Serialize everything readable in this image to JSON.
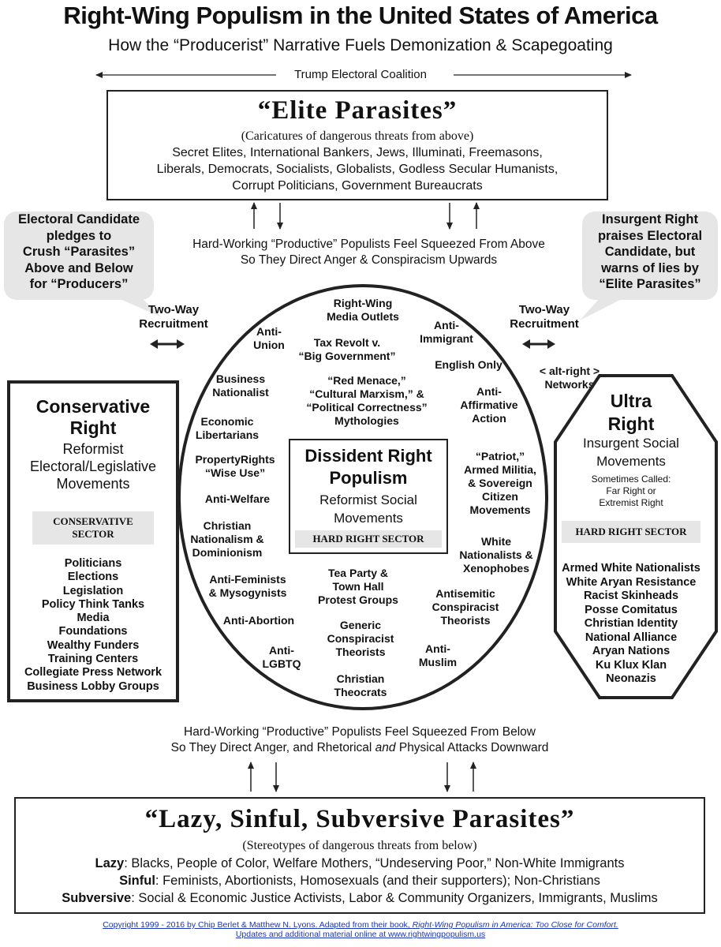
{
  "header": {
    "title": "Right-Wing Populism in the United States of America",
    "subtitle": "How the “Producerist” Narrative Fuels Demonization & Scapegoating",
    "coalition": "Trump Electoral Coalition"
  },
  "elite": {
    "heading": "“Elite Parasites”",
    "subheading": "(Caricatures of dangerous threats from above)",
    "lines": [
      "Secret Elites, International Bankers, Jews, Illuminati, Freemasons,",
      "Liberals, Democrats, Socialists, Globalists, Godless Secular Humanists,",
      "Corrupt Politicians, Government Bureaucrats"
    ]
  },
  "left_bubble": [
    "Electoral Candidate",
    "pledges to",
    "Crush “Parasites”",
    "Above and Below",
    "for “Producers”"
  ],
  "right_bubble": [
    "Insurgent Right",
    "praises Electoral",
    "Candidate, but",
    "warns of lies by",
    "“Elite Parasites”"
  ],
  "squeeze_top": [
    "Hard-Working “Productive” Populists Feel Squeezed From Above",
    "So They Direct Anger & Conspiracism Upwards"
  ],
  "recruitment_left": [
    "Two-Way",
    "Recruitment"
  ],
  "recruitment_right": [
    "Two-Way",
    "Recruitment"
  ],
  "alt_right": [
    "< alt-right >",
    "Networks"
  ],
  "conservative": {
    "heading": [
      "Conservative",
      "Right"
    ],
    "sub": [
      "Reformist",
      "Electoral/Legislative",
      "Movements"
    ],
    "sector": [
      "CONSERVATIVE",
      "SECTOR"
    ],
    "items": [
      "Politicians",
      "Elections",
      "Legislation",
      "Policy Think Tanks",
      "Media",
      "Foundations",
      "Wealthy Funders",
      "Training Centers",
      "Collegiate Press Network",
      "Business Lobby Groups"
    ]
  },
  "oval": {
    "media": [
      "Right-Wing",
      "Media Outlets"
    ],
    "anti_union": [
      "Anti-",
      "Union"
    ],
    "anti_immigrant": [
      "Anti-",
      "Immigrant"
    ],
    "tax_revolt": [
      "Tax Revolt v.",
      "“Big Government”"
    ],
    "english_only": "English Only",
    "business_nationalist": [
      "Business",
      "Nationalist"
    ],
    "red_menace": [
      "“Red Menace,”",
      "“Cultural Marxism,” &",
      "“Political Correctness”",
      "Mythologies"
    ],
    "anti_affirmative": [
      "Anti-",
      "Affirmative",
      "Action"
    ],
    "economic_libertarians": [
      "Economic",
      "Libertarians"
    ],
    "property_rights": [
      "PropertyRights",
      "“Wise Use”"
    ],
    "patriot": [
      "“Patriot,”",
      "Armed Militia,",
      "& Sovereign",
      "Citizen",
      "Movements"
    ],
    "anti_welfare": "Anti-Welfare",
    "christian_nationalism": [
      "Christian",
      "Nationalism &",
      "Dominionism"
    ],
    "white_nationalists": [
      "White",
      "Nationalists &",
      "Xenophobes"
    ],
    "anti_feminists": [
      "Anti-Feminists",
      "& Mysogynists"
    ],
    "tea_party": [
      "Tea Party &",
      "Town Hall",
      "Protest Groups"
    ],
    "antisemitic": [
      "Antisemitic",
      "Conspiracist",
      "Theorists"
    ],
    "anti_abortion": "Anti-Abortion",
    "generic": [
      "Generic",
      "Conspiracist",
      "Theorists"
    ],
    "anti_lgbtq": [
      "Anti-",
      "LGBTQ"
    ],
    "anti_muslim": [
      "Anti-",
      "Muslim"
    ],
    "christian_theocrats": [
      "Christian",
      "Theocrats"
    ]
  },
  "dissident": {
    "heading": [
      "Dissident Right",
      "Populism"
    ],
    "sub": [
      "Reformist Social",
      "Movements"
    ],
    "sector": "HARD RIGHT SECTOR"
  },
  "ultra": {
    "heading": [
      "Ultra",
      "Right"
    ],
    "sub": [
      "Insurgent Social",
      "Movements"
    ],
    "called": [
      "Sometimes Called:",
      "Far Right or",
      "Extremist Right"
    ],
    "sector": "HARD RIGHT SECTOR",
    "items": [
      "Armed White Nationalists",
      "White Aryan Resistance",
      "Racist Skinheads",
      "Posse Comitatus",
      "Christian Identity",
      "National Alliance",
      "Aryan Nations",
      "Ku Klux Klan",
      "Neonazis"
    ]
  },
  "squeeze_bottom": {
    "line1": "Hard-Working “Productive” Populists Feel Squeezed From Below",
    "line2_before": "So They Direct Anger, and Rhetorical ",
    "line2_em": "and",
    "line2_after": " Physical Attacks Downward"
  },
  "lazy": {
    "heading": "“Lazy, Sinful, Subversive Parasites”",
    "subheading": "(Stereotypes of dangerous threats from below)",
    "rows": [
      {
        "label": "Lazy",
        "text": ": Blacks, People of Color, Welfare Mothers, “Undeserving Poor,” Non-White Immigrants"
      },
      {
        "label": "Sinful",
        "text": ": Feminists, Abortionists, Homosexuals (and their supporters); Non-Christians"
      },
      {
        "label": "Subversive",
        "text": ": Social & Economic Justice Activists, Labor & Community Organizers, Immigrants, Muslims"
      }
    ]
  },
  "copyright": {
    "line1_before": "Copyright 1999 - 2016 by Chip Berlet & Matthew N. Lyons. Adapted from their book, ",
    "line1_book": "Right-Wing Populism in America: Too Close for Comfort.",
    "line2": "Updates and additional material online at www.rightwingpopulism.us"
  }
}
